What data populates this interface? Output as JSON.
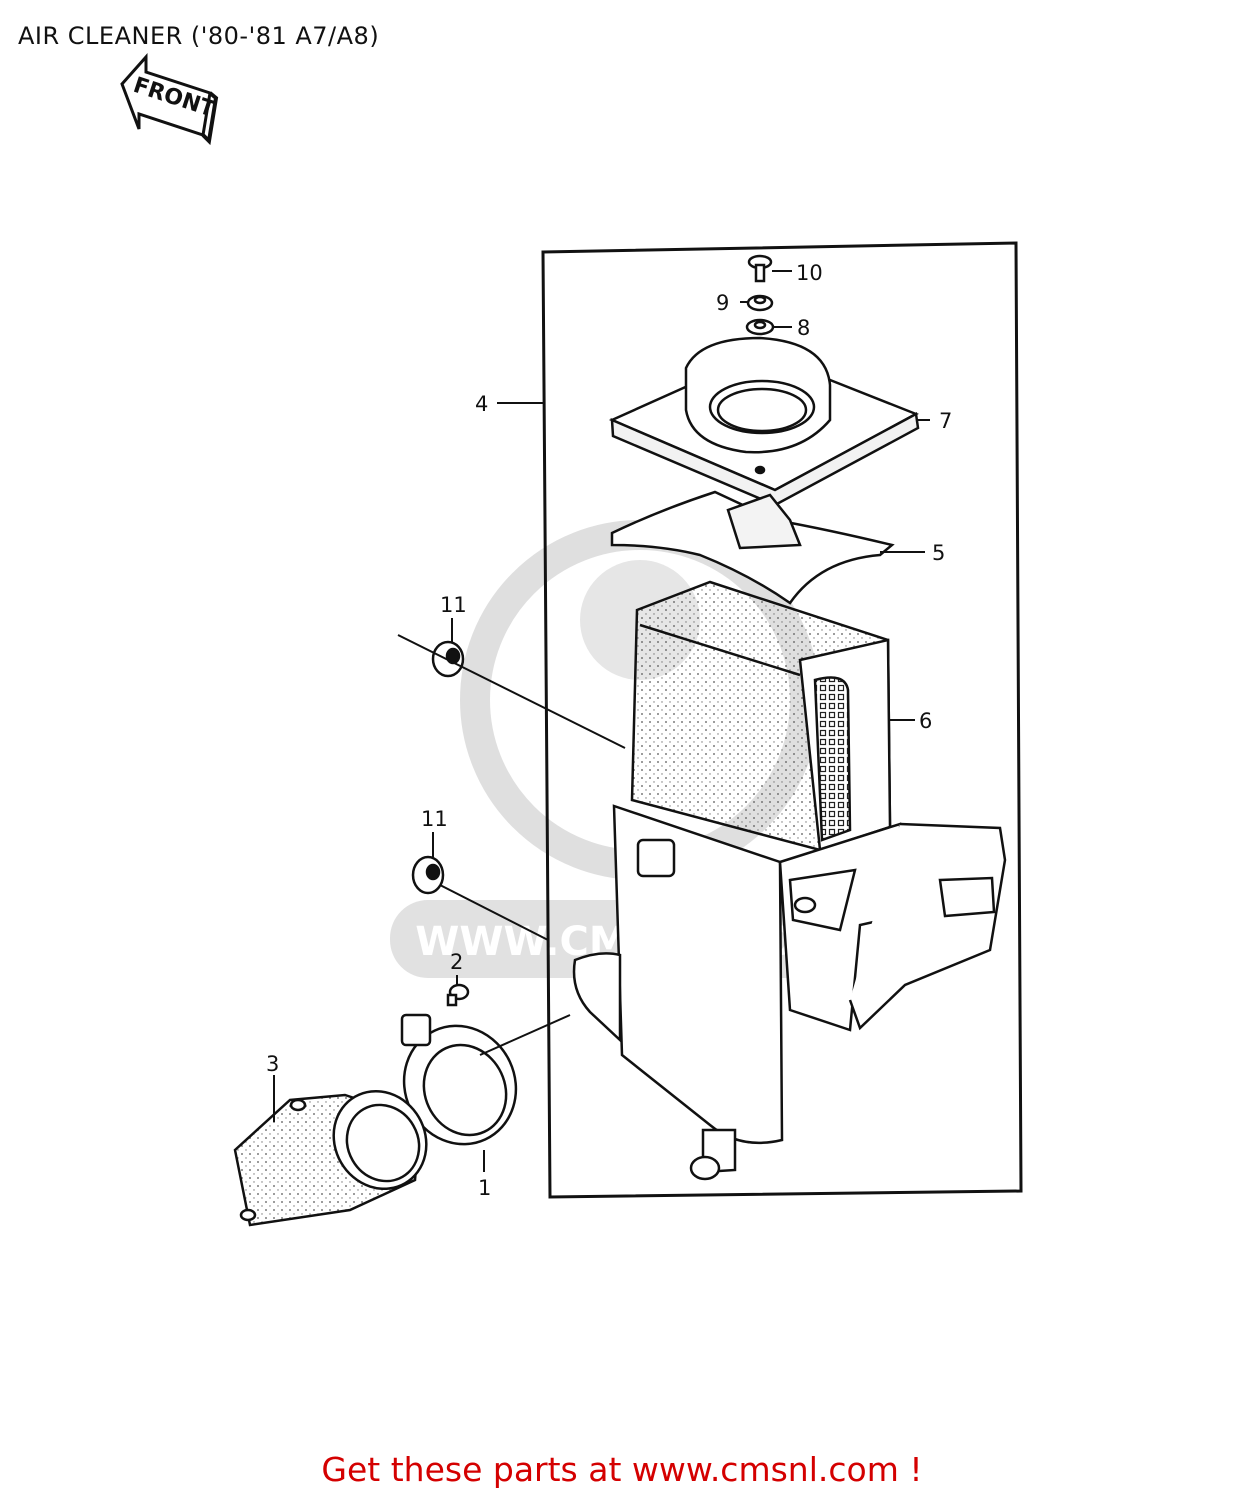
{
  "title": "AIR CLEANER ('80-'81 A7/A8)",
  "front_arrow_label": "FRONT",
  "watermark_text": "WWW.CMSNL.COM",
  "callouts": [
    {
      "id": "part-1",
      "label": "1"
    },
    {
      "id": "part-2",
      "label": "2"
    },
    {
      "id": "part-3",
      "label": "3"
    },
    {
      "id": "part-4",
      "label": "4"
    },
    {
      "id": "part-5",
      "label": "5"
    },
    {
      "id": "part-6",
      "label": "6"
    },
    {
      "id": "part-7",
      "label": "7"
    },
    {
      "id": "part-8",
      "label": "8"
    },
    {
      "id": "part-9",
      "label": "9"
    },
    {
      "id": "part-10",
      "label": "10"
    },
    {
      "id": "part-11a",
      "label": "11"
    },
    {
      "id": "part-11b",
      "label": "11"
    }
  ],
  "footer": {
    "text": "Get these parts at www.cmsnl.com !"
  },
  "colors": {
    "line": "#111111",
    "watermark": "#d9d9d9",
    "footer": "#d40000"
  }
}
